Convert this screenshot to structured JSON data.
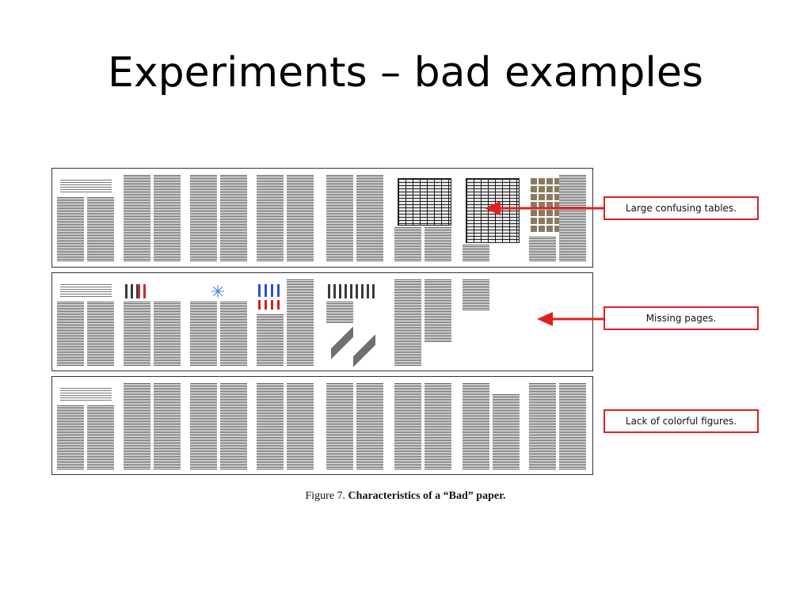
{
  "slide": {
    "title": "Experiments – bad examples"
  },
  "figure": {
    "caption_prefix": "Figure 7.",
    "caption_text": "Characteristics of a “Bad” paper."
  },
  "callouts": [
    {
      "label": "Large confusing tables."
    },
    {
      "label": "Missing pages."
    },
    {
      "label": "Lack of colorful figures."
    }
  ],
  "colors": {
    "callout_border": "#e02020",
    "arrow": "#e02020"
  }
}
